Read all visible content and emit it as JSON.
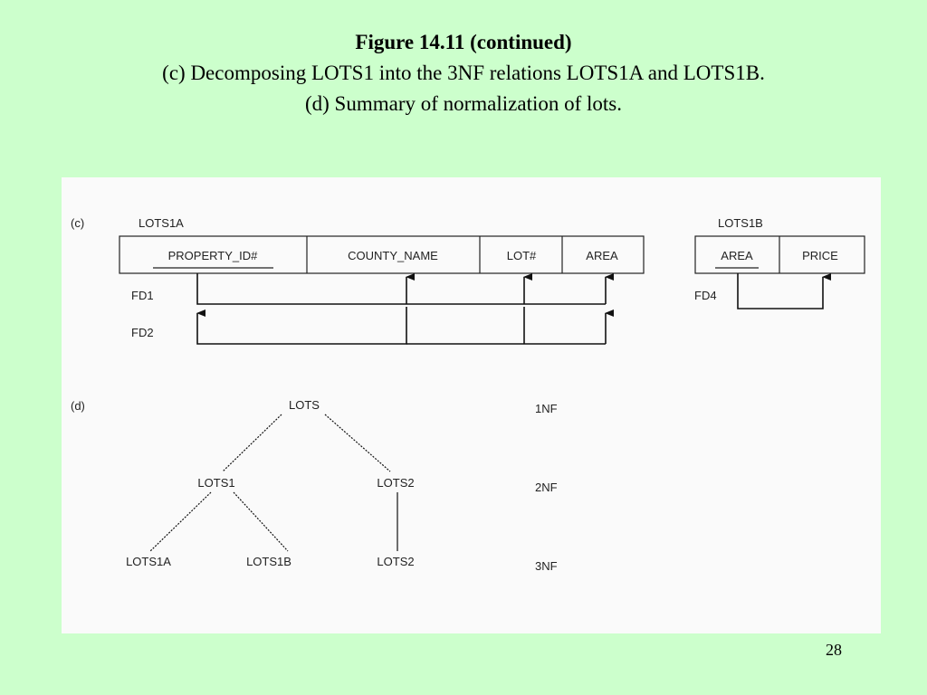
{
  "slide": {
    "title_line1": "Figure 14.11 (continued)",
    "title_line2": "(c) Decomposing LOTS1 into the 3NF relations LOTS1A and LOTS1B.",
    "title_line3": "(d) Summary of normalization of lots.",
    "page_number": "28"
  },
  "part_c": {
    "label": "(c)",
    "lots1a": {
      "name": "LOTS1A",
      "attributes": [
        "PROPERTY_ID#",
        "COUNTY_NAME",
        "LOT#",
        "AREA"
      ],
      "fd1_label": "FD1",
      "fd2_label": "FD2"
    },
    "lots1b": {
      "name": "LOTS1B",
      "attributes": [
        "AREA",
        "PRICE"
      ],
      "fd4_label": "FD4"
    }
  },
  "part_d": {
    "label": "(d)",
    "nodes": {
      "lots": "LOTS",
      "lots1": "LOTS1",
      "lots2_2nf": "LOTS2",
      "lots1a": "LOTS1A",
      "lots1b": "LOTS1B",
      "lots2_3nf": "LOTS2"
    },
    "levels": [
      "1NF",
      "2NF",
      "3NF"
    ]
  }
}
